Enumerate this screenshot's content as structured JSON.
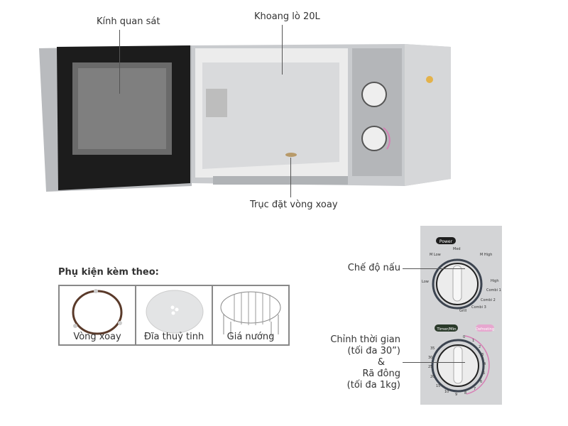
{
  "callouts": {
    "window": "Kính quan sát",
    "cavity": "Khoang lò 20L",
    "turntable_shaft": "Trục đặt vòng xoay"
  },
  "accessories": {
    "title": "Phụ kiện kèm theo:",
    "items": [
      {
        "name": "Vòng xoay",
        "icon": "roller-ring-icon"
      },
      {
        "name": "Đĩa thuỷ tinh",
        "icon": "glass-plate-icon"
      },
      {
        "name": "Giá nướng",
        "icon": "grill-rack-icon"
      }
    ]
  },
  "control_panel": {
    "power_badge": "Power",
    "power_levels": [
      "M Low",
      "Med",
      "M High",
      "High",
      "Combi 1",
      "Combi 2",
      "Combi 3",
      "Grill",
      "Low"
    ],
    "timer_badge": "Timer/Min",
    "defrost_badge": "Defrosting",
    "timer_marks": [
      "0",
      "1",
      "2",
      "3",
      "4",
      "5",
      "6",
      "7",
      "8",
      "9",
      "10",
      "15",
      "20",
      "25",
      "30",
      "35"
    ],
    "label_mode": "Chế độ nấu",
    "label_timer": [
      "Chỉnh thời gian",
      "(tối đa 30”)",
      "&",
      "Rã đông",
      "(tối đa 1kg)"
    ]
  },
  "colors": {
    "body": "#c9cbce",
    "accent_pink": "#d77fb5",
    "dark": "#1e1e1e"
  }
}
